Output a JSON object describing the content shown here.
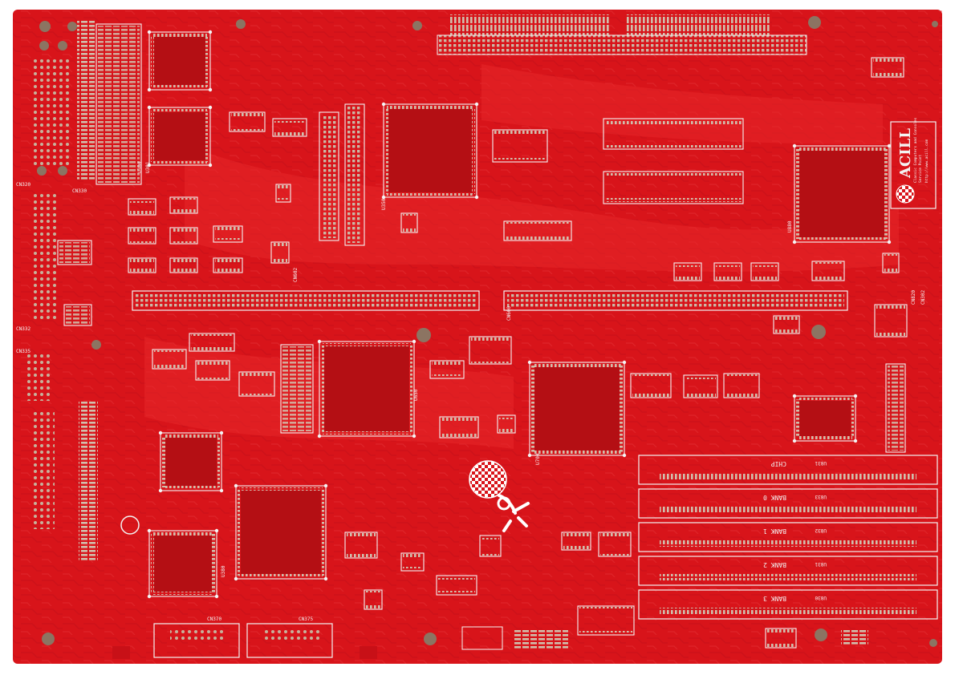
{
  "colors": {
    "background": "#ffffff",
    "board": "#d8141a",
    "board_light": "#e8262a",
    "board_dark": "#b40f14",
    "copper": "#e23a3a",
    "silkscreen": "#f3f3f3",
    "pad": "#c9b7a6",
    "hole": "#8c7462"
  },
  "logo": {
    "name": "ACILL",
    "tagline_1": "Classic Computers and Consoles",
    "tagline_2": "Service Point",
    "url": "http://www.acill.com"
  },
  "memory_banks": [
    {
      "label": "CHIP",
      "ref": "U831"
    },
    {
      "label": "BANK 0",
      "ref": "U833"
    },
    {
      "label": "BANK 1",
      "ref": "U832"
    },
    {
      "label": "BANK 2",
      "ref": "U831"
    },
    {
      "label": "BANK 3",
      "ref": "U830"
    }
  ],
  "refs": {
    "cn_top_left": "CN320",
    "cn_left_mid": "CN330",
    "cn_left_low": "CN332",
    "cn_left_bottom": "CN335",
    "cn_bus_a": "CN602",
    "cn_bus_b": "CN600",
    "cn_right": "CN820",
    "cn_pwr": "CN302",
    "cn_bottom_a": "CN370",
    "cn_bottom_b": "CN375",
    "u_center": "U650",
    "u_right": "U700",
    "u_top": "U350",
    "u_top_right": "U880",
    "u_lower": "U380",
    "u_left_a": "U300",
    "u_left_b": "U301"
  }
}
